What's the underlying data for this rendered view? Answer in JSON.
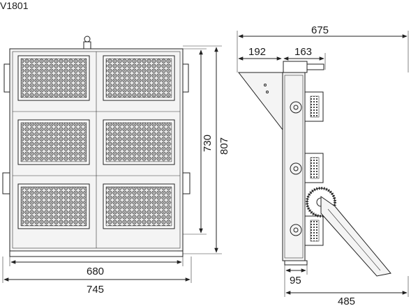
{
  "model": "V1801",
  "front_view": {
    "width_inner": "680",
    "width_outer": "745",
    "height_inner": "730",
    "height_outer": "807"
  },
  "side_view": {
    "depth_total": "675",
    "bracket_offset": "192",
    "module_depth": "163",
    "body_depth": "95",
    "bracket_depth": "485"
  }
}
